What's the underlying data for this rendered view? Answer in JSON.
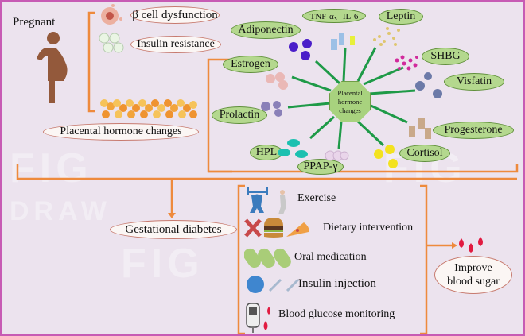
{
  "watermark": {
    "line1": "FIG",
    "line2": "DRAW"
  },
  "left_panel": {
    "title": "Pregnant",
    "causes": [
      {
        "label": "β cell dysfunction",
        "icon": "beta-cell-icon"
      },
      {
        "label": "Insulin resistance",
        "icon": "cells-icon"
      },
      {
        "label": "Placental hormone changes",
        "icon": "hormone-chain-icon"
      }
    ]
  },
  "hormone_diagram": {
    "hub": "Placental hormone changes",
    "hormones": [
      {
        "label": "Adiponectin",
        "icon": "adiponectin-molecule-icon"
      },
      {
        "label": "TNF-α、IL-6",
        "icon": "cytokine-receptor-icon"
      },
      {
        "label": "Leptin",
        "icon": "leptin-particles-icon"
      },
      {
        "label": "Estrogen",
        "icon": "estrogen-molecule-icon"
      },
      {
        "label": "SHBG",
        "icon": "shbg-particles-icon"
      },
      {
        "label": "Visfatin",
        "icon": "visfatin-molecule-icon"
      },
      {
        "label": "Prolactin",
        "icon": "prolactin-molecule-icon"
      },
      {
        "label": "Progesterone",
        "icon": "progesterone-molecule-icon"
      },
      {
        "label": "HPL",
        "icon": "hpl-molecule-icon"
      },
      {
        "label": "PPAP-γ",
        "icon": "ppap-molecule-icon"
      },
      {
        "label": "Cortisol",
        "icon": "cortisol-molecule-icon"
      }
    ]
  },
  "outcome": {
    "label": "Gestational diabetes"
  },
  "treatments": [
    {
      "label": "Exercise",
      "icon": "exercise-icon"
    },
    {
      "label": "Dietary intervention",
      "icon": "diet-icon"
    },
    {
      "label": "Oral medication",
      "icon": "pill-icon"
    },
    {
      "label": "Insulin injection",
      "icon": "syringe-icon"
    },
    {
      "label": "Blood glucose monitoring",
      "icon": "glucometer-icon"
    }
  ],
  "result": {
    "line1": "Improve",
    "line2": "blood sugar",
    "icon": "blood-drops-icon"
  },
  "colors": {
    "bracket": "#ee8a3c",
    "connector": "#1e9a47",
    "frame": "#c75bb4",
    "pill_green": "#b4d88e",
    "pill_border_red": "#c77a6e"
  }
}
